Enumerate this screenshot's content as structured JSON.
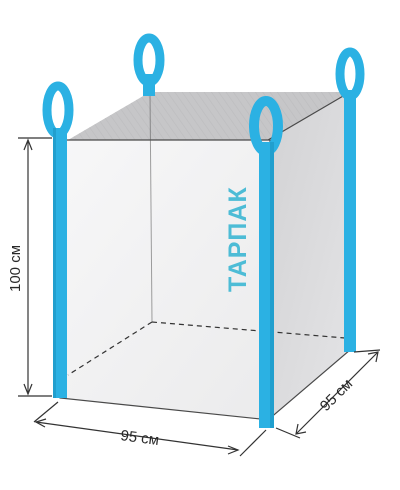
{
  "brand": {
    "label": "ТАРПАК",
    "color": "#4dbcd6"
  },
  "dimensions": {
    "height": "100 см",
    "width": "95 см",
    "depth": "95 см"
  },
  "colors": {
    "strap": "#2bb1e3",
    "strap_dark": "#1a8fbd",
    "panel_front": "#f4f4f5",
    "panel_side": "#dcdcdd",
    "panel_back": "#c9c9cb",
    "outline": "#3a3a3a",
    "dimension_line": "#333333"
  },
  "icons": {
    "lift_loop": "lift-loop-icon"
  }
}
